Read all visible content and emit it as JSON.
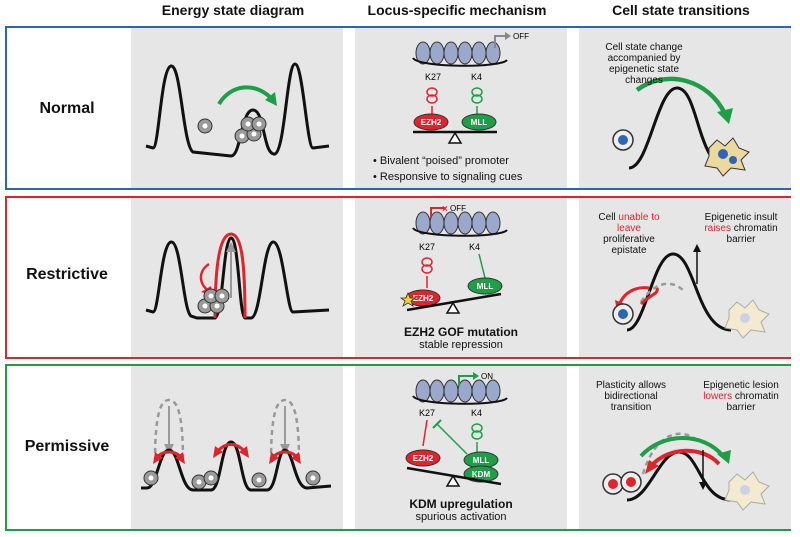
{
  "headers": {
    "energy": "Energy state diagram",
    "locus": "Locus-specific mechanism",
    "cell": "Cell state transitions"
  },
  "colors": {
    "normal": "#2b66b8",
    "restrictive": "#e0242c",
    "permissive": "#1e9e46",
    "panel": "#e6e6e6"
  },
  "rows": {
    "normal": {
      "label": "Normal",
      "off": "OFF",
      "k27": "K27",
      "k4": "K4",
      "ezh2": "EZH2",
      "mll": "MLL",
      "bullet1": "Bivalent “poised” promoter",
      "bullet2": "Responsive to signaling cues",
      "note": "Cell state change accompanied by epigenetic state changes"
    },
    "restrictive": {
      "label": "Restrictive",
      "off": "OFF",
      "k27": "K27",
      "k4": "K4",
      "ezh2": "EZH2",
      "mll": "MLL",
      "caption_bold": "EZH2 GOF mutation",
      "caption": "stable repression",
      "note_left_a": "Cell ",
      "note_left_red": "unable to leave",
      "note_left_b": " proliferative epistate",
      "note_right_a": "Epigenetic insult ",
      "note_right_red": "raises",
      "note_right_b": " chromatin barrier"
    },
    "permissive": {
      "label": "Permissive",
      "on": "ON",
      "k27": "K27",
      "k4": "K4",
      "ezh2": "EZH2",
      "mll": "MLL",
      "kdm": "KDM",
      "caption_bold": "KDM upregulation",
      "caption": "spurious activation",
      "note_left": "Plasticity allows bidirectional transition",
      "note_right_a": "Epigenetic lesion ",
      "note_right_red": "lowers",
      "note_right_b": " chromatin barrier"
    }
  }
}
